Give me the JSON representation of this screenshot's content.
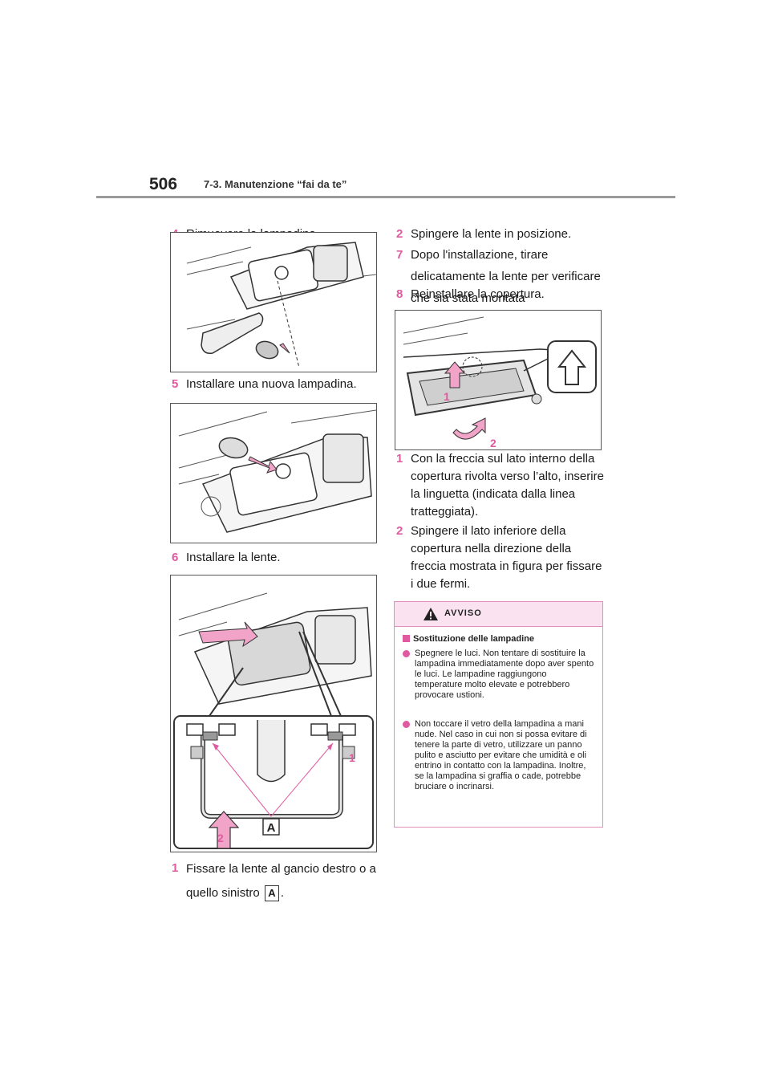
{
  "header": {
    "page_number": "506",
    "section": "7-3. Manutenzione “fai da te”"
  },
  "left_column": {
    "step4": {
      "num": "4",
      "text": "Rimuovere la lampadina."
    },
    "step5": {
      "num": "5",
      "text": "Installare una nuova lampadina."
    },
    "step6": {
      "num": "6",
      "text": "Installare la lente."
    },
    "fig3_labels": {
      "label_a": "A",
      "label_1": "1",
      "label_2": "2"
    },
    "sub1": {
      "num": "1",
      "text_before": "Fissare la lente al gancio destro o a quello sinistro",
      "box_label": "A",
      "text_after": "."
    }
  },
  "right_column": {
    "step2": {
      "num": "2",
      "text": "Spingere la lente in posizione."
    },
    "step7": {
      "num": "7",
      "text": "Dopo l'installazione, tirare delicatamente la lente per verificare che sia stata montata correttamente."
    },
    "step8": {
      "num": "8",
      "text": "Reinstallare la copertura."
    },
    "fig4_labels": {
      "label_1": "1",
      "label_2": "2"
    },
    "sub1": {
      "num": "1",
      "text": "Con la freccia sul lato interno della copertura rivolta verso l’alto, inserire la linguetta (indicata dalla linea tratteggiata)."
    },
    "sub2": {
      "num": "2",
      "text": "Spingere il lato inferiore della copertura nella direzione della freccia mostrata in figura per fissare i due fermi."
    }
  },
  "warning": {
    "title": "AVVISO",
    "subtitle": "Sostituzione delle lampadine",
    "items": [
      "Spegnere le luci. Non tentare di sostituire la lampadina immediatamente dopo aver spento le luci. Le lampadine raggiungono temperature molto elevate e potrebbero provocare ustioni.",
      "Non toccare il vetro della lampadina a mani nude. Nel caso in cui non si possa evitare di tenere la parte di vetro, utilizzare un panno pulito e asciutto per evitare che umidità e oli entrino in contatto con la lampadina. Inoltre, se la lampadina si graffia o cade, potrebbe bruciare o incrinarsi."
    ]
  },
  "colors": {
    "accent": "#e05aa0",
    "warning_bg": "#fbe2f0",
    "arrow_fill": "#f2a3c8"
  }
}
